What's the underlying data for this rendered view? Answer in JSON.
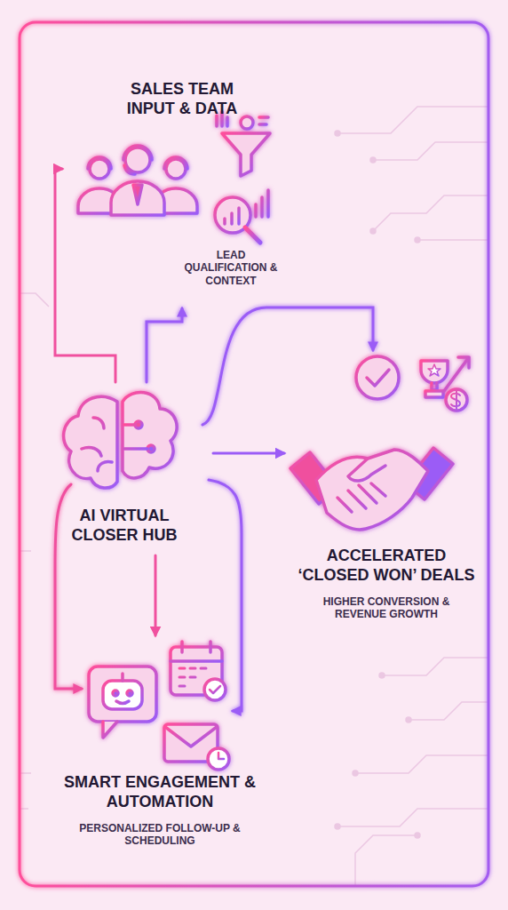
{
  "diagram": {
    "nodes": [
      {
        "text": [
          "AI VIRTUAL CLOSER HUB"
        ]
      },
      {
        "text": [
          "SALES TEAM INPUT & DATA",
          "LEAD QUALIFICATION & CONTEXT"
        ]
      },
      {
        "text": [
          "ACCELERATED ‘CLOSED WON’ DEALS",
          "HIGHER CONVERSION & REVENUE GROWTH"
        ]
      },
      {
        "text": [
          "SMART ENGAGEMENT & AUTOMATION",
          "PERSONALIZED FOLLOW-UP & SCHEDULING"
        ]
      }
    ],
    "edges": [
      {
        "from": 0,
        "to": 1,
        "arrow": "to"
      },
      {
        "from": 0,
        "to": 2,
        "arrow": "to"
      },
      {
        "from": 0,
        "to": 3,
        "arrow": "to"
      }
    ]
  }
}
